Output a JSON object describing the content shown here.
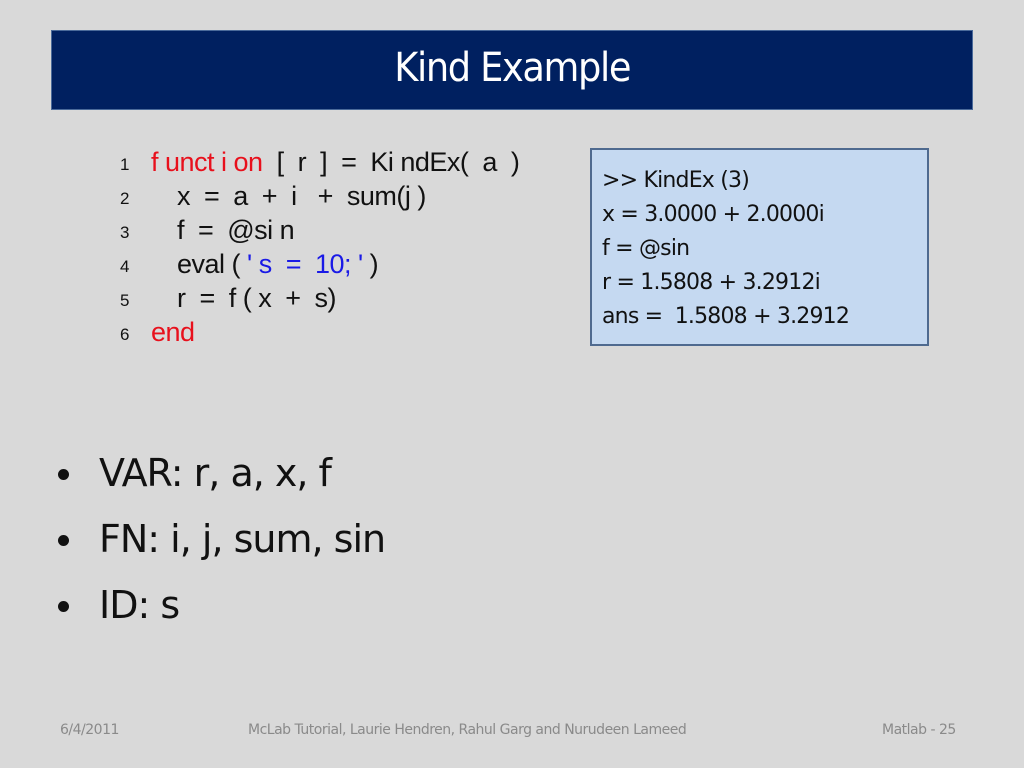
{
  "slide": {
    "title": "Kind Example",
    "code": {
      "lines": [
        {
          "number": "1",
          "segments": [
            {
              "text": "f unct i on",
              "style": "keyword"
            },
            {
              "text": "  [  r  ]  =  Ki ndEx(  a  )",
              "style": "plain"
            }
          ]
        },
        {
          "number": "2",
          "segments": [
            {
              "text": "x  =  a  +  i   +  sum(j )",
              "style": "plain"
            }
          ]
        },
        {
          "number": "3",
          "segments": [
            {
              "text": "f  =  @si n",
              "style": "plain"
            }
          ]
        },
        {
          "number": "4",
          "segments": [
            {
              "text": "eval ( ",
              "style": "plain"
            },
            {
              "text": "' s  =  10; '",
              "style": "string"
            },
            {
              "text": " )",
              "style": "plain"
            }
          ]
        },
        {
          "number": "5",
          "segments": [
            {
              "text": "r  =  f ( x  +  s)",
              "style": "plain"
            }
          ]
        },
        {
          "number": "6",
          "segments": [
            {
              "text": "end",
              "style": "keyword"
            }
          ]
        }
      ]
    },
    "output_box": {
      "lines": [
        ">> KindEx (3)",
        "x = 3.0000 + 2.0000i",
        "f = @sin",
        "r = 1.5808 + 3.2912i",
        "ans =  1.5808 + 3.2912"
      ]
    },
    "bullets": [
      "VAR: r, a, x, f",
      "FN: i, j, sum, sin",
      "ID: s"
    ],
    "footer": {
      "date": "6/4/2011",
      "center": "McLab Tutorial,  Laurie Hendren, Rahul Garg and Nurudeen Lameed",
      "page": "Matlab - 25"
    }
  },
  "colors": {
    "title_bar": "#002060",
    "background": "#d9d9d9",
    "keyword": "#e8101c",
    "string": "#1a1ae6",
    "output_box_fill": "#c5d9f1",
    "output_box_border": "#4f6a8f"
  }
}
